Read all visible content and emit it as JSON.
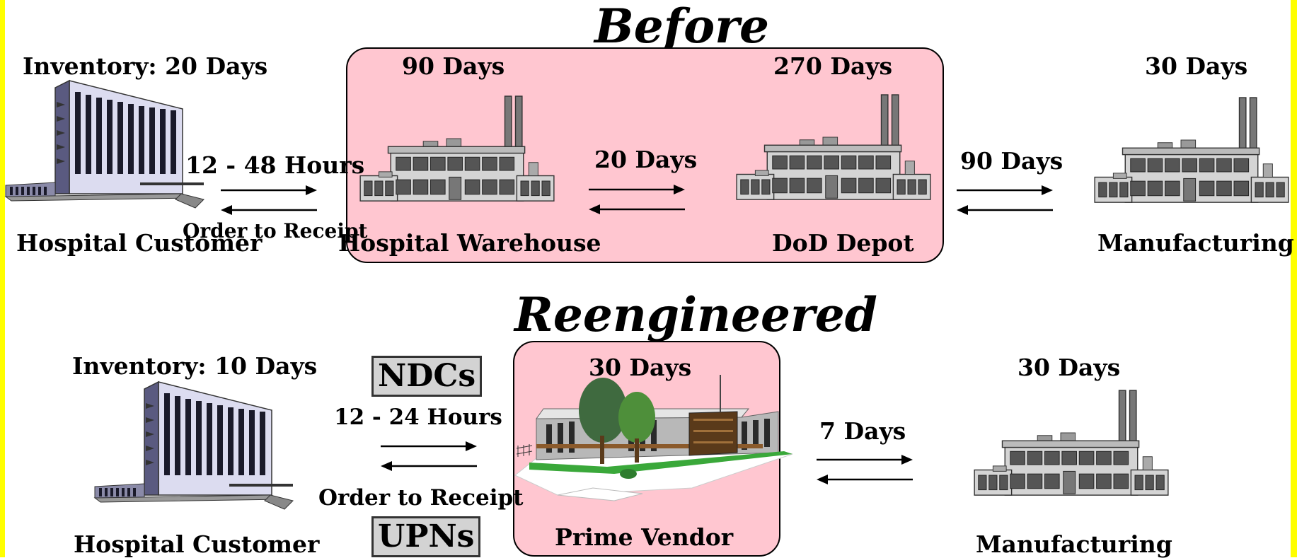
{
  "before": {
    "title": "Before",
    "customer": {
      "inventory": "Inventory:  20 Days",
      "label": "Hospital Customer"
    },
    "link1": {
      "time": "12 - 48 Hours",
      "caption": "Order to Receipt"
    },
    "warehouse": {
      "days": "90 Days",
      "label": "Hospital Warehouse"
    },
    "link2": {
      "time": "20 Days"
    },
    "depot": {
      "days": "270 Days",
      "label": "DoD Depot"
    },
    "link3": {
      "time": "90 Days"
    },
    "manufacturing": {
      "days": "30 Days",
      "label": "Manufacturing"
    }
  },
  "reengineered": {
    "title": "Reengineered",
    "customer": {
      "inventory": "Inventory:  10 Days",
      "label": "Hospital Customer"
    },
    "codes": {
      "top": "NDCs",
      "bottom": "UPNs"
    },
    "link1": {
      "time": "12 - 24  Hours",
      "caption": "Order to Receipt"
    },
    "vendor": {
      "days": "30 Days",
      "label": "Prime Vendor"
    },
    "link2": {
      "time": "7 Days"
    },
    "manufacturing": {
      "days": "30 Days",
      "label": "Manufacturing"
    }
  },
  "colors": {
    "border": "#ffff00",
    "box_fill": "#ffc6d0",
    "code_fill": "#d3d3d3"
  },
  "icons": [
    "hospital-building-icon",
    "factory-icon",
    "office-building-icon",
    "arrow-right-icon",
    "arrow-left-icon"
  ]
}
